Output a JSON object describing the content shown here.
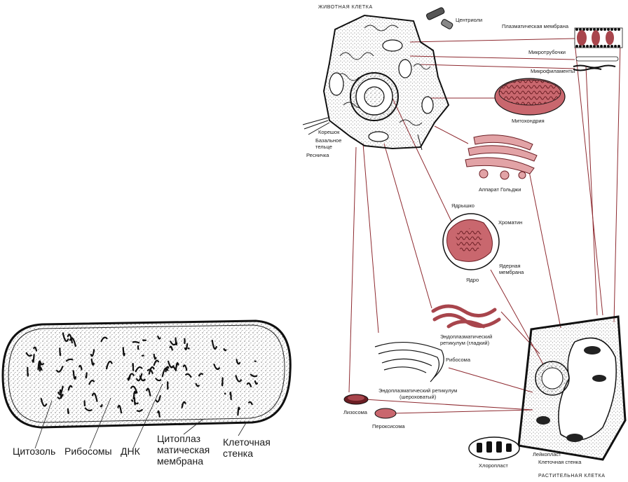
{
  "colors": {
    "ink": "#1a1a1a",
    "line": "#8e2a30",
    "organelle_fill": "#e2a3a6",
    "organelle_dark": "#a8454c",
    "paper": "#ffffff"
  },
  "bacterium": {
    "labels": {
      "cytosol": "Цитозоль",
      "ribosomes": "Рибосомы",
      "dna": "ДНК",
      "membrane": "Цитоплаз\nматическая\nмембрана",
      "wall": "Клеточная\nстенка"
    }
  },
  "animal_cell": {
    "title": "ЖИВОТНАЯ КЛЕТКА",
    "labels": {
      "centrioles": "Центриоли",
      "plasma_membrane": "Плазматическая мембрана",
      "microtubules": "Микротрубочки",
      "microfilaments": "Микрофиламенты",
      "rootlet": "Корешок",
      "basal_body": "Базальное\nтельце",
      "cilium": "Ресничка",
      "mitochondrion": "Митохондрия",
      "golgi": "Аппарат Гольджи",
      "nucleolus": "Ядрышко",
      "chromatin": "Хроматин",
      "nuclear_membrane": "Ядерная\nмембрана",
      "nucleus": "Ядро",
      "smooth_er": "Эндоплазматический\nретикулум (гладкий)",
      "ribosome": "Рибосома",
      "rough_er": "Эндоплазматический ретикулум\n(шероховатый)",
      "lysosome": "Лизосома",
      "peroxisome": "Пероксисома"
    }
  },
  "plant_cell": {
    "title": "РАСТИТЕЛЬНАЯ КЛЕТКА",
    "labels": {
      "leucoplast": "Лейкопласт",
      "cell_wall": "Клеточная стенка",
      "chloroplast": "Хлоропласт"
    }
  }
}
